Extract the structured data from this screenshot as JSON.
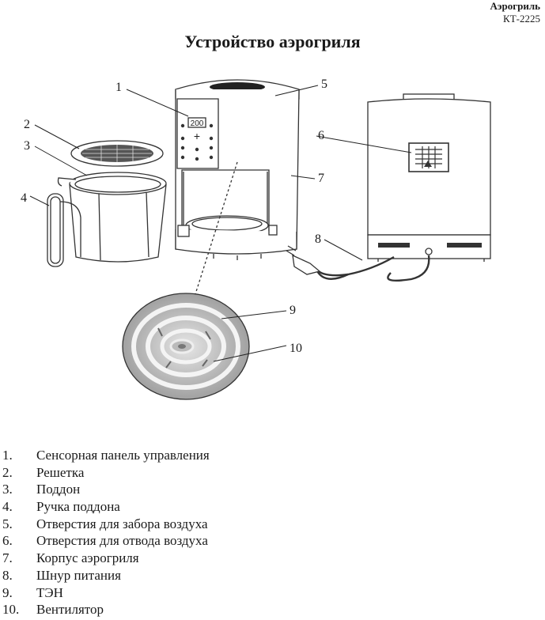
{
  "header": {
    "brand": "Аэрогриль",
    "model": "КТ-2225"
  },
  "title": "Устройство аэрогриля",
  "display_text": "200",
  "callouts": [
    "1",
    "2",
    "3",
    "4",
    "5",
    "6",
    "7",
    "8",
    "9",
    "10"
  ],
  "legend": [
    {
      "num": "1.",
      "text": "Сенсорная панель управления"
    },
    {
      "num": "2.",
      "text": "Решетка"
    },
    {
      "num": "3.",
      "text": "Поддон"
    },
    {
      "num": "4.",
      "text": "Ручка поддона"
    },
    {
      "num": "5.",
      "text": "Отверстия для забора воздуха"
    },
    {
      "num": "6.",
      "text": "Отверстия для отвода воздуха"
    },
    {
      "num": "7.",
      "text": "Корпус аэрогриля"
    },
    {
      "num": "8.",
      "text": "Шнур питания"
    },
    {
      "num": "9.",
      "text": "ТЭН"
    },
    {
      "num": "10.",
      "text": "Вентилятор"
    }
  ]
}
